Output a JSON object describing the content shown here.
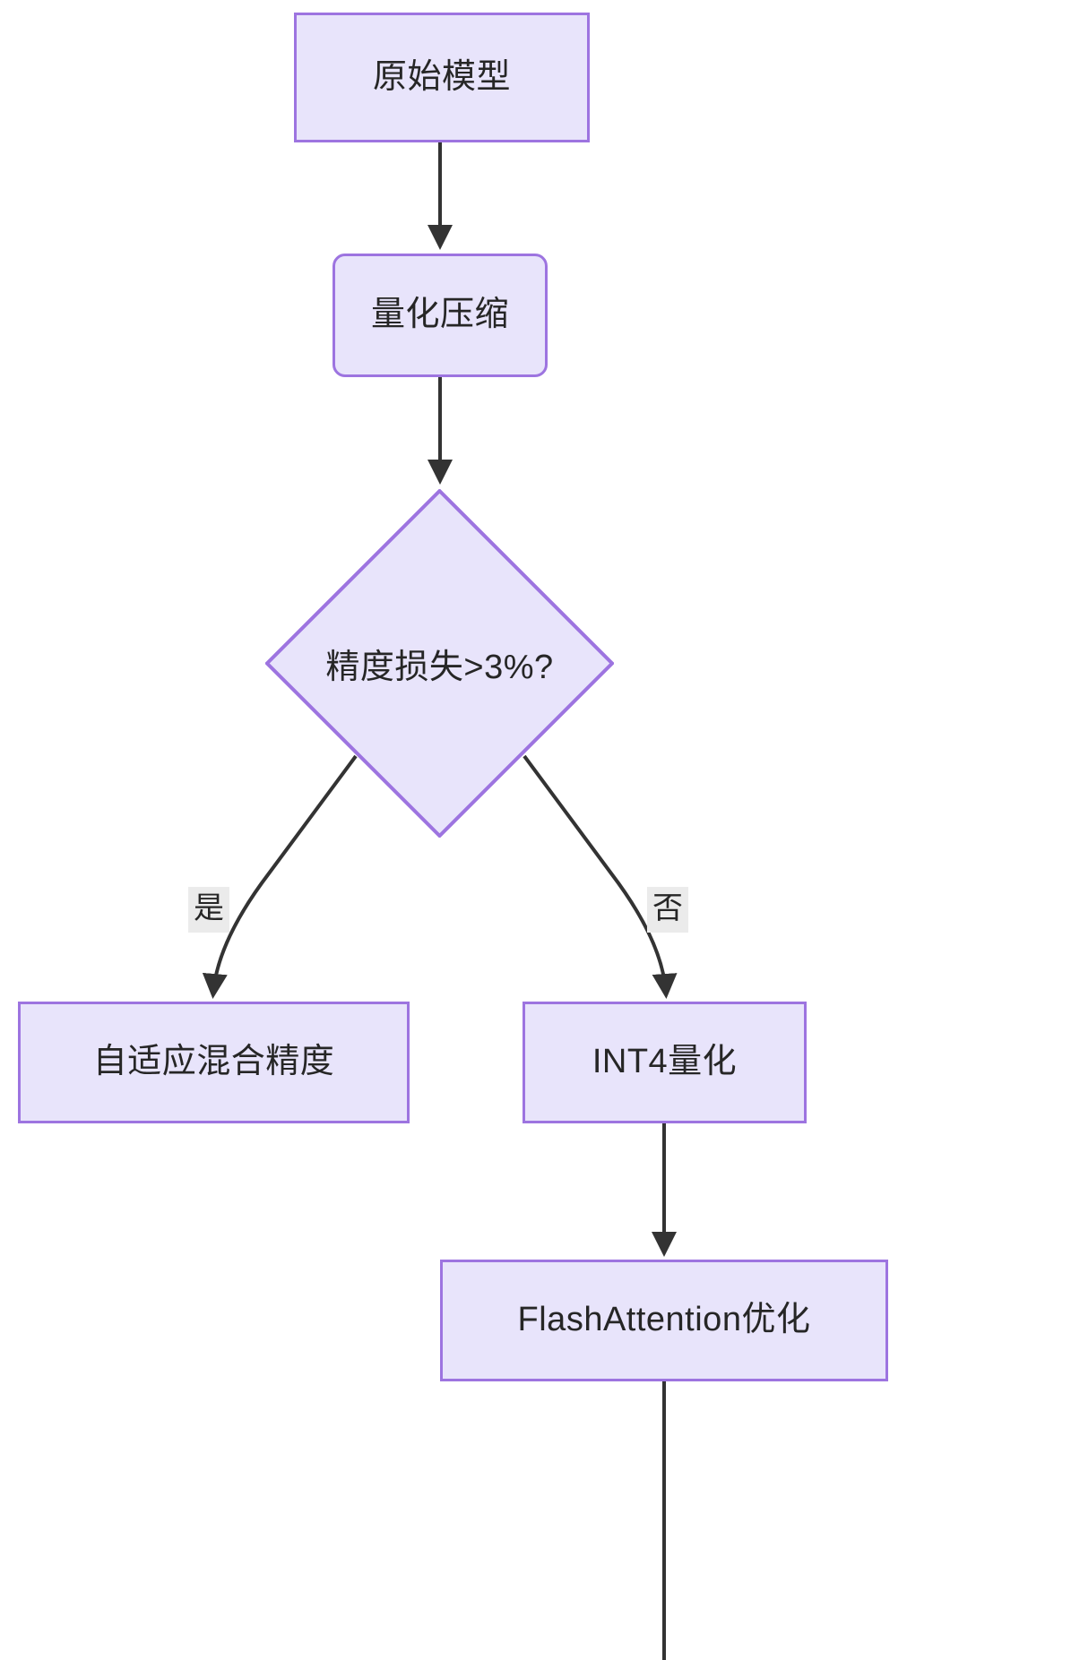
{
  "diagram": {
    "type": "flowchart",
    "direction": "top-to-bottom",
    "theme": {
      "node_fill": "#e8e4fb",
      "node_stroke": "#9d74e0",
      "node_text": "#262626",
      "edge_stroke": "#333333",
      "edge_label_bg": "#ebebeb",
      "canvas_bg": "#ffffff"
    },
    "nodes": [
      {
        "id": "n1",
        "label": "原始模型",
        "shape": "rectangle"
      },
      {
        "id": "n2",
        "label": "量化压缩",
        "shape": "rounded-rectangle"
      },
      {
        "id": "n3",
        "label": "精度损失>3%?",
        "shape": "diamond"
      },
      {
        "id": "n4",
        "label": "自适应混合精度",
        "shape": "rectangle"
      },
      {
        "id": "n5",
        "label": "INT4量化",
        "shape": "rectangle"
      },
      {
        "id": "n6",
        "label": "FlashAttention优化",
        "shape": "rectangle"
      }
    ],
    "edges": [
      {
        "from": "n1",
        "to": "n2",
        "label": ""
      },
      {
        "from": "n2",
        "to": "n3",
        "label": ""
      },
      {
        "from": "n3",
        "to": "n4",
        "label": "是"
      },
      {
        "from": "n3",
        "to": "n5",
        "label": "否"
      },
      {
        "from": "n5",
        "to": "n6",
        "label": ""
      },
      {
        "from": "n6",
        "to": "",
        "label": ""
      }
    ],
    "edge_labels": {
      "yes": "是",
      "no": "否"
    }
  }
}
